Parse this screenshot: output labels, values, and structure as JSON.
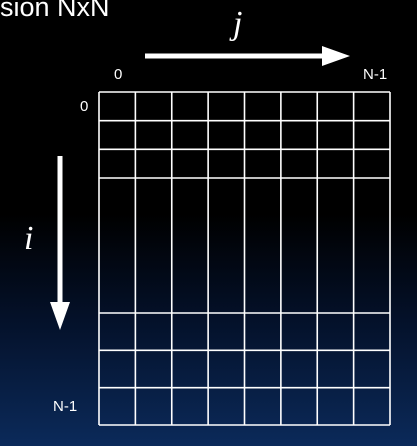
{
  "title": "ision NxN",
  "axes": {
    "column_label": "j",
    "row_label": "i",
    "column_start": "0",
    "column_end": "N-1",
    "row_start": "0",
    "row_end": "N-1"
  },
  "matrix": {
    "visible_columns": 8,
    "top_rows": 3,
    "bottom_rows": 3,
    "middle_gap": true
  },
  "colors": {
    "line": "#ffffff",
    "background_top": "#000000",
    "background_bottom": "#0b2a5a"
  }
}
